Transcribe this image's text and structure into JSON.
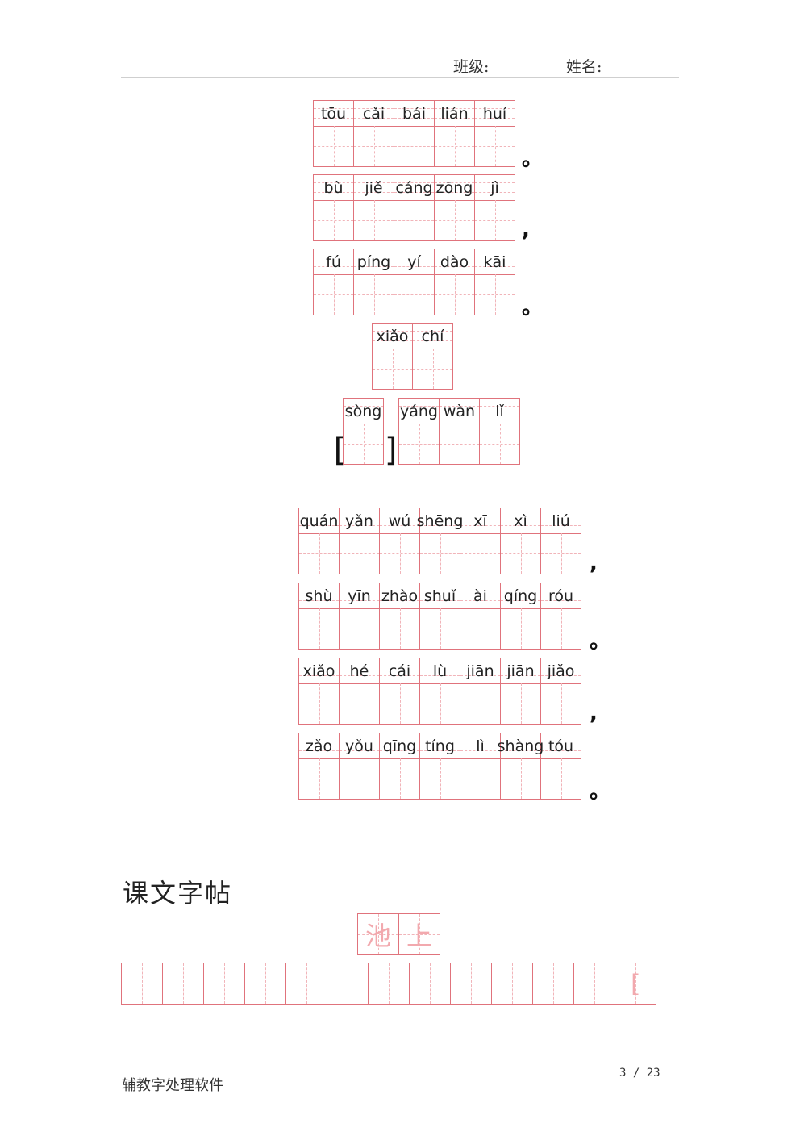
{
  "header": {
    "class_label": "班级:",
    "name_label": "姓名:"
  },
  "poem1": {
    "line1": [
      "tōu",
      "cǎi",
      "bái",
      "lián",
      "huí"
    ],
    "line1_punct": "。",
    "line2": [
      "bù",
      "jiě",
      "cáng",
      "zōng",
      "jì"
    ],
    "line2_punct": ",",
    "line3": [
      "fú",
      "píng",
      "yí",
      "dào",
      "kāi"
    ],
    "line3_punct": "。",
    "title": [
      "xiǎo",
      "chí"
    ],
    "dynasty": [
      "sòng"
    ],
    "author": [
      "yáng",
      "wàn",
      "lǐ"
    ],
    "bracket_open": "[",
    "bracket_close": "]"
  },
  "poem2": {
    "line1": [
      "quán",
      "yǎn",
      "wú",
      "shēng",
      "xī",
      "xì",
      "liú"
    ],
    "line1_punct": ",",
    "line2": [
      "shù",
      "yīn",
      "zhào",
      "shuǐ",
      "ài",
      "qíng",
      "róu"
    ],
    "line2_punct": "。",
    "line3": [
      "xiǎo",
      "hé",
      "cái",
      "lù",
      "jiān",
      "jiān",
      "jiǎo"
    ],
    "line3_punct": ",",
    "line4": [
      "zǎo",
      "yǒu",
      "qīng",
      "tíng",
      "lì",
      "shàng",
      "tóu"
    ],
    "line4_punct": "。"
  },
  "copybook": {
    "title": "课文字帖",
    "heading_chars": [
      "池",
      "上"
    ],
    "row_chars": [
      "",
      "",
      "",
      "",
      "",
      "",
      "",
      "",
      "",
      "",
      "",
      "",
      "["
    ]
  },
  "footer": {
    "left": "辅教字处理软件",
    "page": "3 / 23"
  }
}
